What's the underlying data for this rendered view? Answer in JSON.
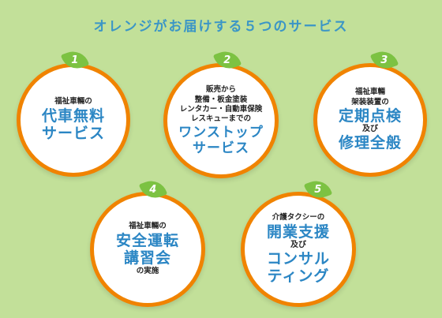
{
  "title": "オレンジがお届けする５つのサービス",
  "services": [
    {
      "number": "1",
      "lines": {
        "l1": "福祉車輛の",
        "l2": "代車無料",
        "l3": "サービス"
      }
    },
    {
      "number": "2",
      "lines": {
        "l1": "販売から",
        "l2": "整備・板金塗装",
        "l3": "レンタカー・自動車保険",
        "l4": "レスキューまでの",
        "l5": "ワンストップ",
        "l6": "サービス"
      }
    },
    {
      "number": "3",
      "lines": {
        "l1": "福祉車輛",
        "l2": "架装装置の",
        "l3": "定期点検",
        "l4": "及び",
        "l5": "修理全般"
      }
    },
    {
      "number": "4",
      "lines": {
        "l1": "福祉車輛の",
        "l2": "安全運転",
        "l3": "講習会",
        "l4": "の実施"
      }
    },
    {
      "number": "5",
      "lines": {
        "l1": "介護タクシーの",
        "l2": "開業支援",
        "l3": "及び",
        "l4": "コンサル",
        "l5": "ティング"
      }
    }
  ]
}
